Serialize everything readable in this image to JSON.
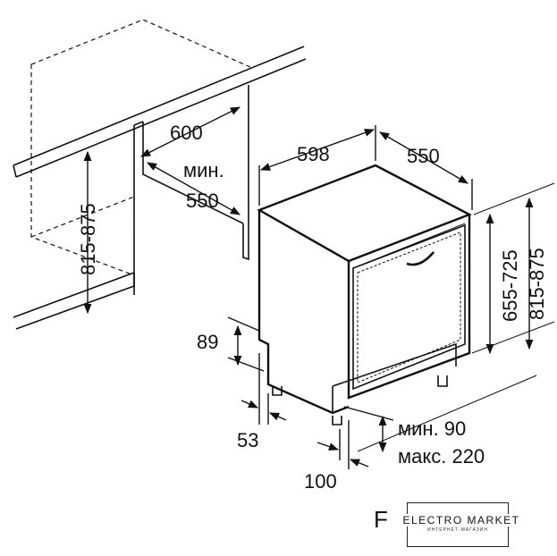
{
  "dimensions": {
    "niche_width": "600",
    "niche_depth_min_label": "мин.",
    "niche_depth_min": "550",
    "niche_height": "815-875",
    "appliance_width": "598",
    "appliance_depth": "550",
    "door_height": "655-725",
    "appliance_height": "815-875",
    "plinth_height": "89",
    "plinth_offset": "53",
    "plinth_depth": "100",
    "plinth_min": "мин. 90",
    "plinth_max": "макс. 220"
  },
  "energy_class": "F",
  "logo": {
    "name": "ELECTRO MARKET",
    "subtitle": "ИНТЕРНЕТ-МАГАЗИН"
  }
}
